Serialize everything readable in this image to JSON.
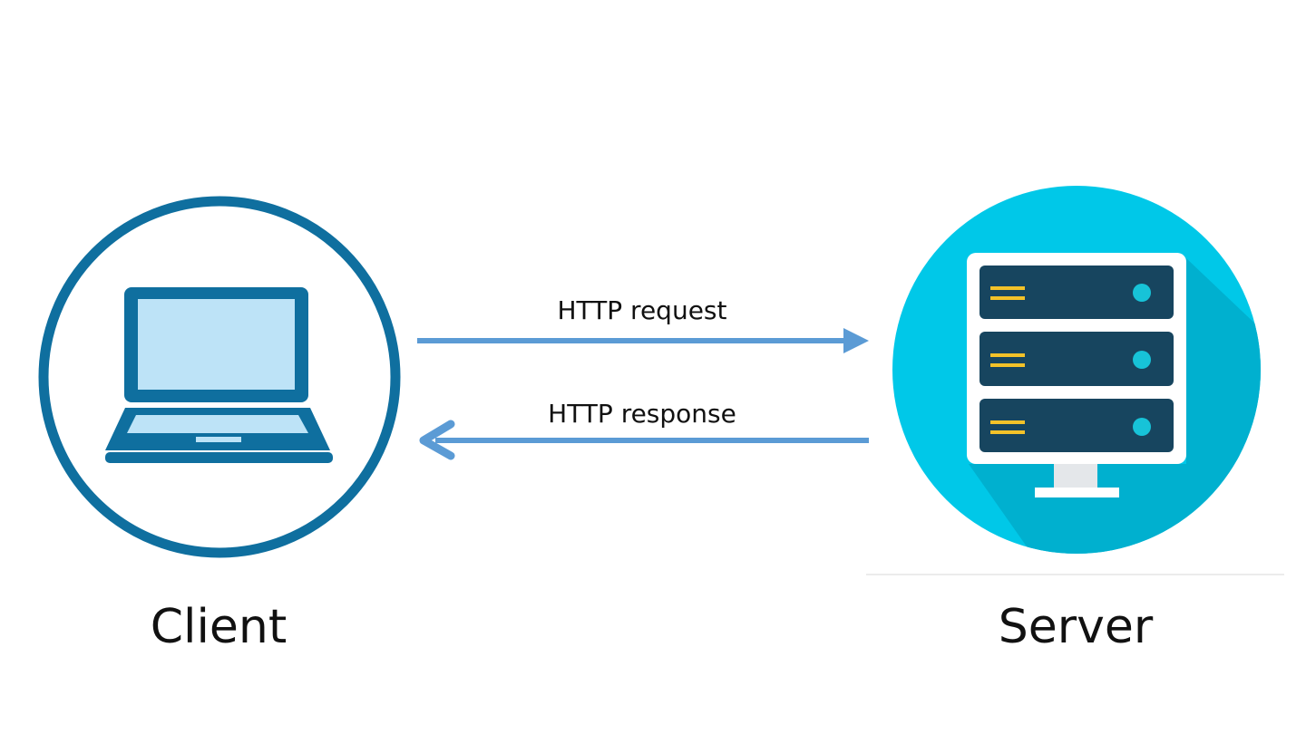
{
  "request_label": "HTTP request",
  "response_label": "HTTP response",
  "client_label": "Client",
  "server_label": "Server",
  "icons": {
    "client": "laptop-icon",
    "server": "server-rack-icon"
  },
  "colors": {
    "client_ring": "#0f6f9f",
    "laptop_body": "#0f6f9f",
    "laptop_screen": "#bde3f7",
    "server_circle": "#00c8e8",
    "server_shadow": "#00b0cf",
    "server_frame": "#ffffff",
    "server_unit": "#17455f",
    "server_led": "#17c3d8",
    "server_slot": "#f3c229",
    "arrow": "#5b9bd5"
  }
}
